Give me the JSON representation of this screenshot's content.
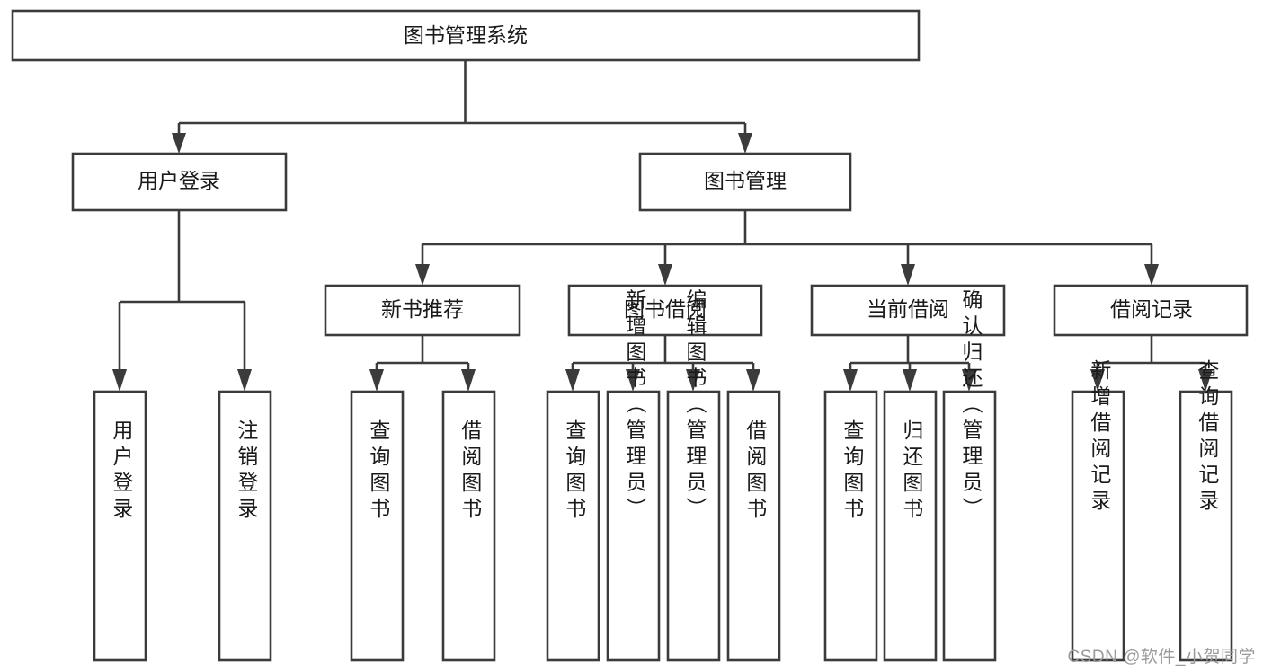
{
  "diagram": {
    "type": "tree-hierarchy",
    "title": "图书管理系统",
    "orientation": "top-down",
    "colors": {
      "stroke": "#3b3b3b",
      "fill": "#ffffff",
      "text": "#1a1a1a",
      "watermark": "#9a9a9a"
    },
    "root": {
      "label": "图书管理系统"
    },
    "level2": [
      {
        "label": "用户登录"
      },
      {
        "label": "图书管理"
      }
    ],
    "level3": [
      {
        "label": "新书推荐"
      },
      {
        "label": "图书借阅"
      },
      {
        "label": "当前借阅"
      },
      {
        "label": "借阅记录"
      }
    ],
    "leaves": {
      "user_login": [
        {
          "label": "用户登录"
        },
        {
          "label": "注销登录"
        }
      ],
      "new_book_recommend": [
        {
          "label": "查询图书"
        },
        {
          "label": "借阅图书"
        }
      ],
      "book_borrow": [
        {
          "label": "查询图书"
        },
        {
          "label": "新增图书（管理员）"
        },
        {
          "label": "编辑图书（管理员）"
        },
        {
          "label": "借阅图书"
        }
      ],
      "current_borrow": [
        {
          "label": "查询图书"
        },
        {
          "label": "归还图书"
        },
        {
          "label": "确认归还（管理员）"
        }
      ],
      "borrow_record": [
        {
          "label": "新增借阅记录"
        },
        {
          "label": "查询借阅记录"
        }
      ]
    }
  },
  "watermark": {
    "text": "CSDN @软件_小贺同学"
  }
}
